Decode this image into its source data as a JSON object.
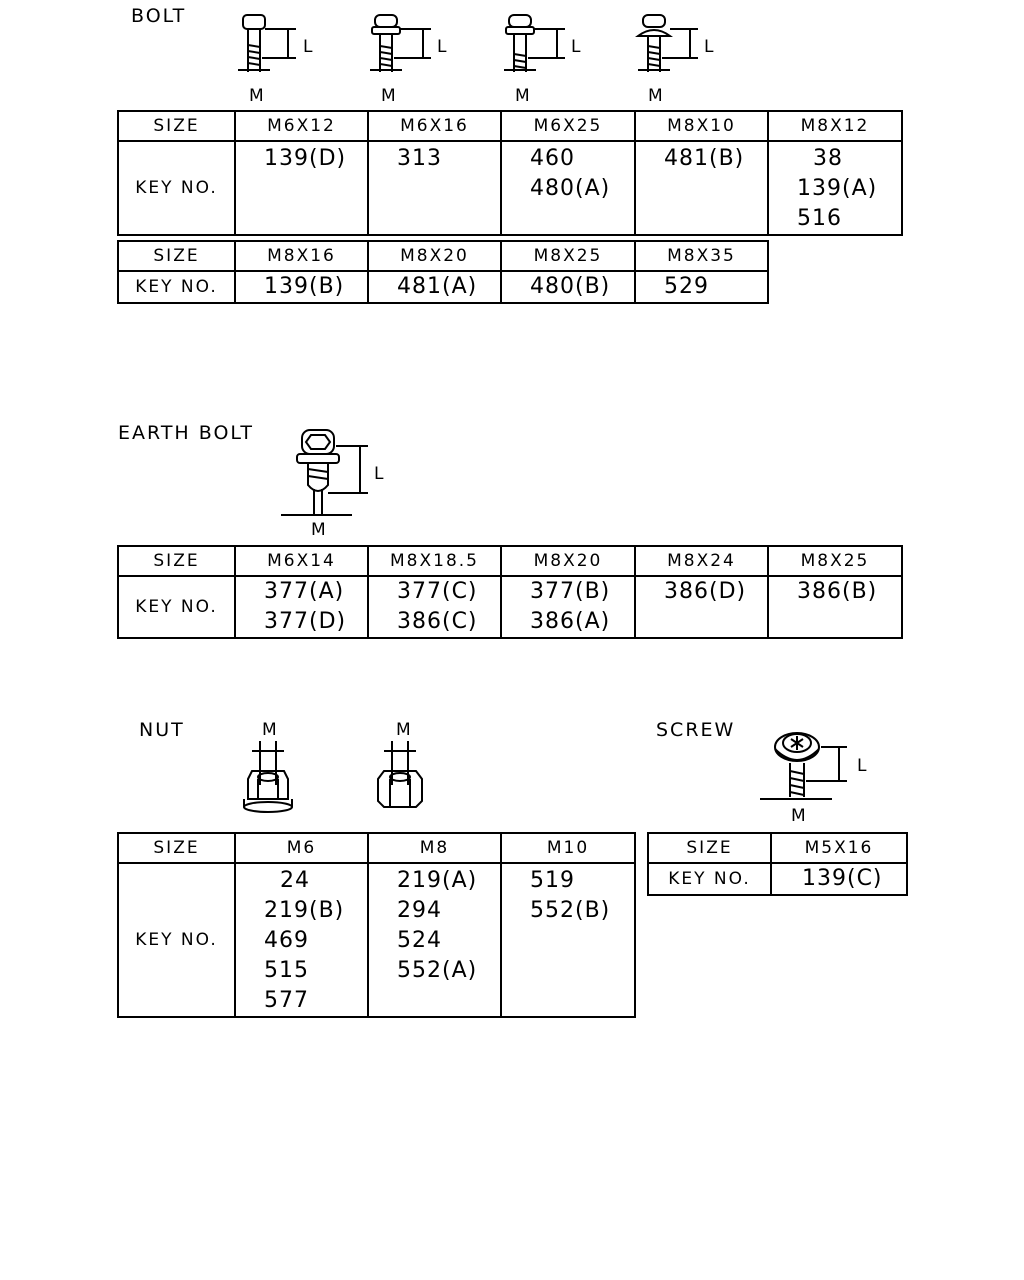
{
  "bolt": {
    "title": "BOLT",
    "dim_labels": {
      "l": "L",
      "m": "M"
    },
    "table1": {
      "size_header": "SIZE",
      "key_header": "KEY NO.",
      "columns": [
        {
          "size": "M6X12",
          "keys": [
            "139(D)"
          ]
        },
        {
          "size": "M6X16",
          "keys": [
            "313"
          ]
        },
        {
          "size": "M6X25",
          "keys": [
            "460",
            "480(A)"
          ]
        },
        {
          "size": "M8X10",
          "keys": [
            "481(B)"
          ]
        },
        {
          "size": "M8X12",
          "keys": [
            "38",
            "139(A)",
            "516"
          ]
        }
      ]
    },
    "table2": {
      "size_header": "SIZE",
      "key_header": "KEY NO.",
      "columns": [
        {
          "size": "M8X16",
          "keys": [
            "139(B)"
          ]
        },
        {
          "size": "M8X20",
          "keys": [
            "481(A)"
          ]
        },
        {
          "size": "M8X25",
          "keys": [
            "480(B)"
          ]
        },
        {
          "size": "M8X35",
          "keys": [
            "529"
          ]
        }
      ]
    }
  },
  "earth_bolt": {
    "title": "EARTH BOLT",
    "dim_labels": {
      "l": "L",
      "m": "M"
    },
    "table": {
      "size_header": "SIZE",
      "key_header": "KEY NO.",
      "columns": [
        {
          "size": "M6X14",
          "keys": [
            "377(A)",
            "377(D)"
          ]
        },
        {
          "size": "M8X18.5",
          "keys": [
            "377(C)",
            "386(C)"
          ]
        },
        {
          "size": "M8X20",
          "keys": [
            "377(B)",
            "386(A)"
          ]
        },
        {
          "size": "M8X24",
          "keys": [
            "386(D)"
          ]
        },
        {
          "size": "M8X25",
          "keys": [
            "386(B)"
          ]
        }
      ]
    }
  },
  "nut": {
    "title": "NUT",
    "dim_labels": {
      "m": "M"
    },
    "table": {
      "size_header": "SIZE",
      "key_header": "KEY NO.",
      "columns": [
        {
          "size": "M6",
          "keys": [
            "24",
            "219(B)",
            "469",
            "515",
            "577"
          ]
        },
        {
          "size": "M8",
          "keys": [
            "219(A)",
            "294",
            "524",
            "552(A)"
          ]
        },
        {
          "size": "M10",
          "keys": [
            "519",
            "552(B)"
          ]
        }
      ]
    }
  },
  "screw": {
    "title": "SCREW",
    "dim_labels": {
      "l": "L",
      "m": "M"
    },
    "table": {
      "size_header": "SIZE",
      "key_header": "KEY NO.",
      "columns": [
        {
          "size": "M5X16",
          "keys": [
            "139(C)"
          ]
        }
      ]
    }
  }
}
